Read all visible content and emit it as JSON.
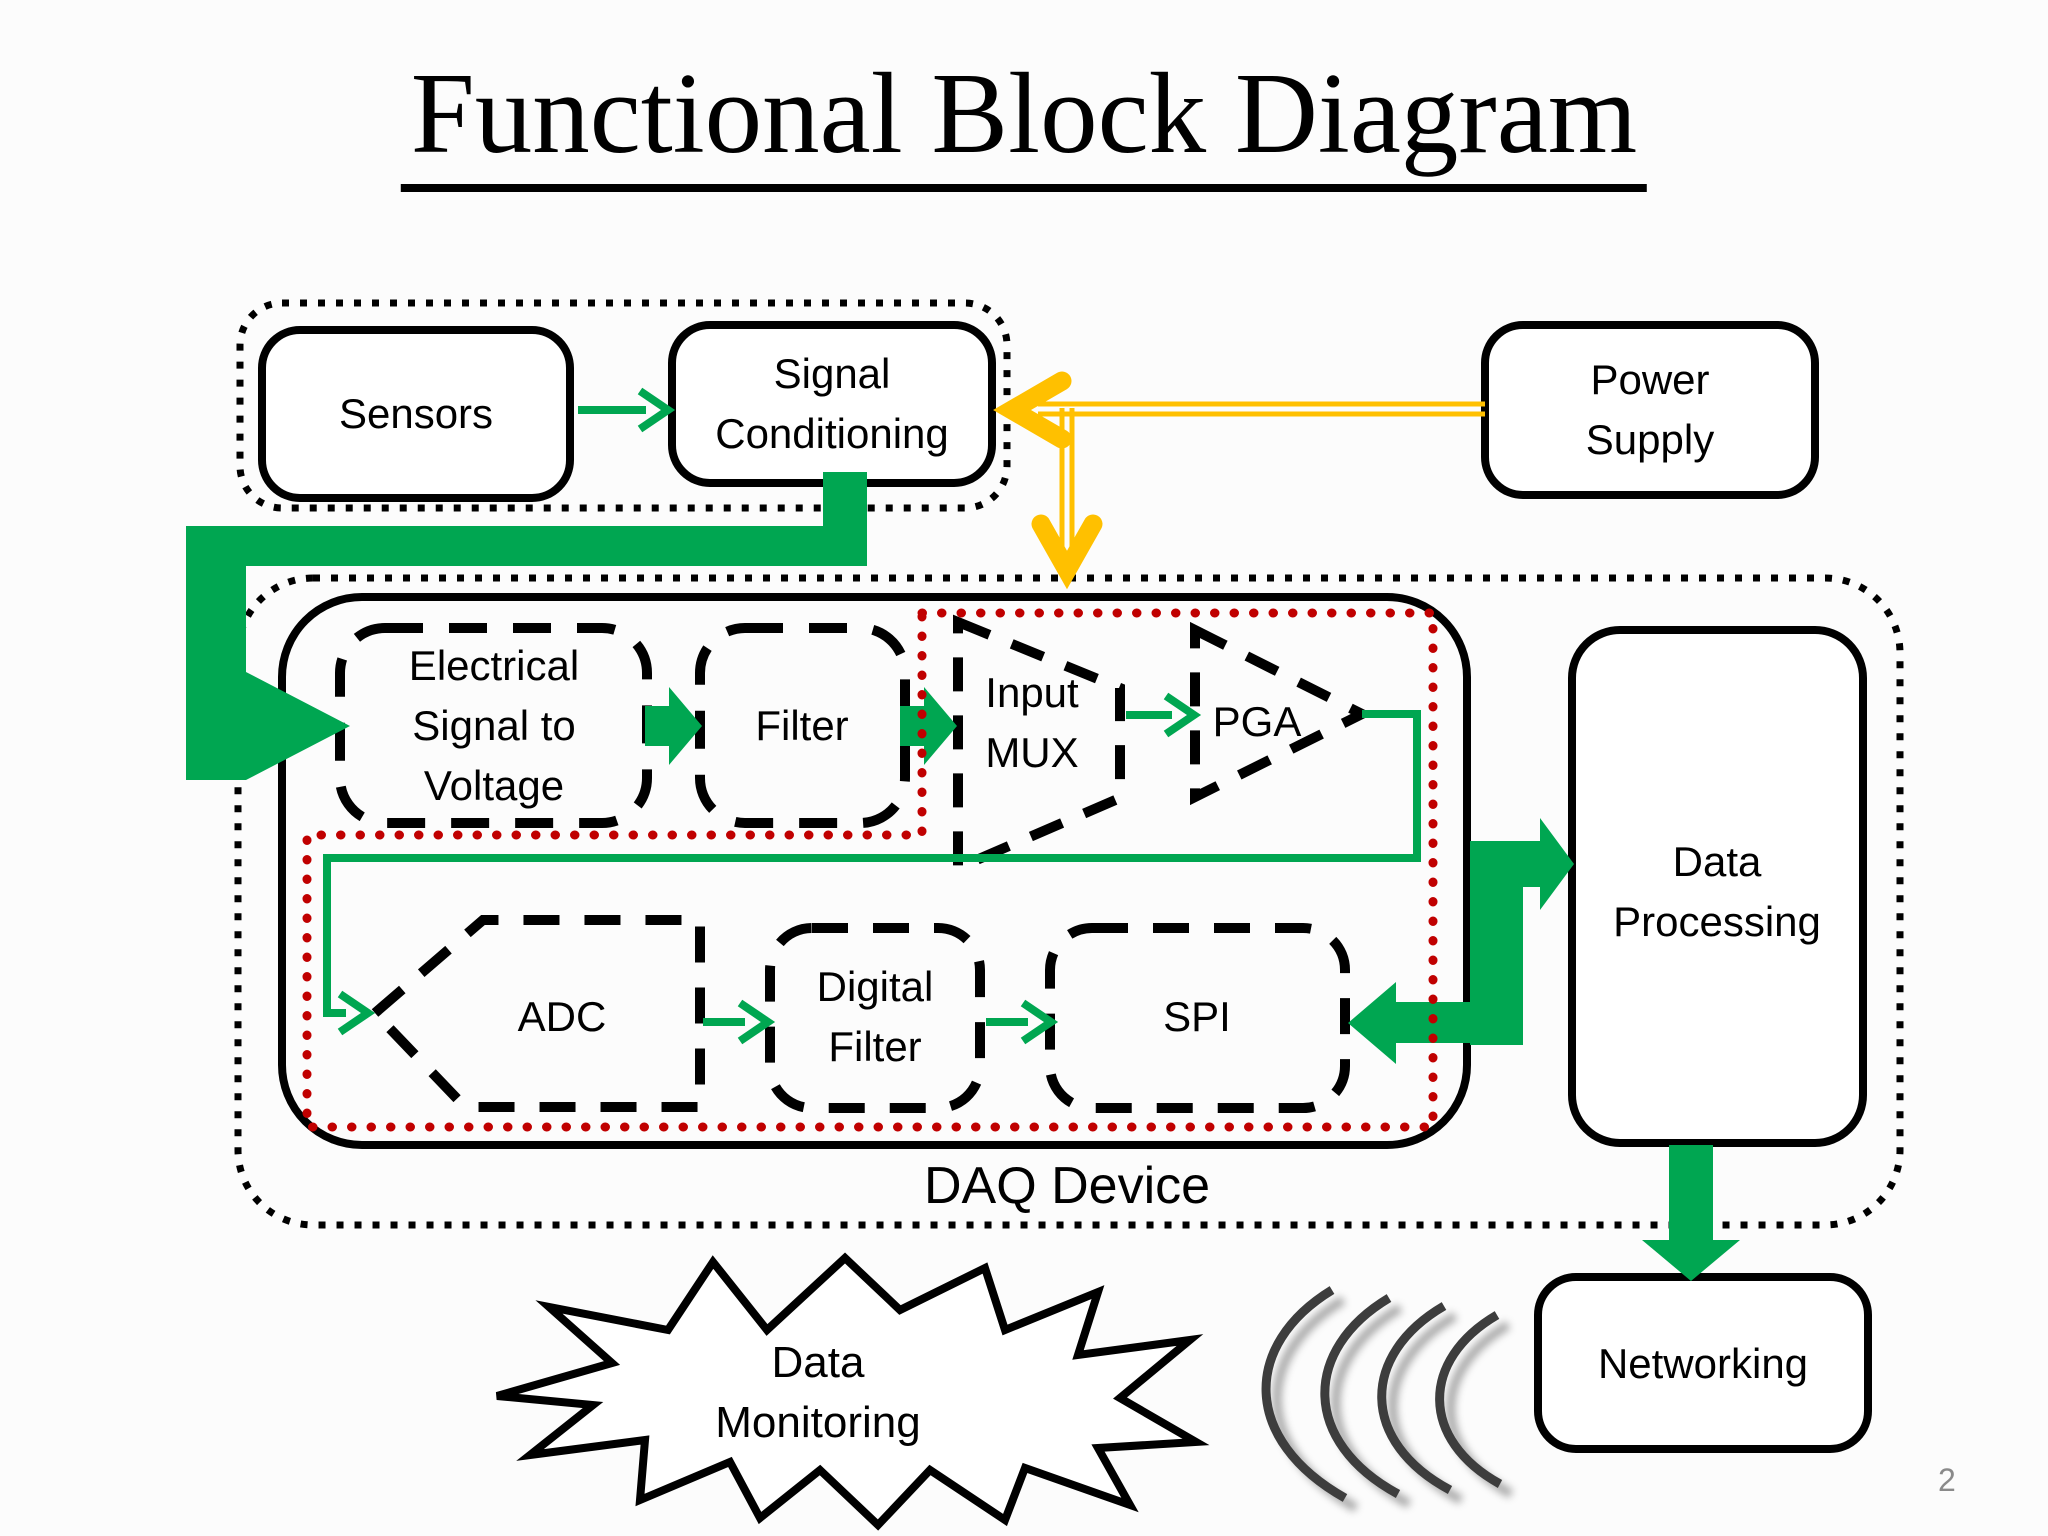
{
  "slide": {
    "title": "Functional Block Diagram",
    "page_number": "2"
  },
  "colors": {
    "green": "#00A651",
    "yellow": "#FFC000",
    "red_dotted": "#C00000",
    "outline_black": "#000000",
    "wave_gray": "#3d3d3d",
    "page_number_gray": "#8a8a8a"
  },
  "blocks": {
    "sensors": {
      "label": "Sensors"
    },
    "signal_conditioning": {
      "lines": [
        "Signal",
        "Conditioning"
      ]
    },
    "power_supply": {
      "lines": [
        "Power",
        "Supply"
      ]
    },
    "electrical_signal_to_voltage": {
      "lines": [
        "Electrical",
        "Signal to",
        "Voltage"
      ]
    },
    "filter": {
      "label": "Filter"
    },
    "input_mux": {
      "lines": [
        "Input",
        "MUX"
      ]
    },
    "pga": {
      "label": "PGA"
    },
    "adc": {
      "label": "ADC"
    },
    "digital_filter": {
      "lines": [
        "Digital",
        "Filter"
      ]
    },
    "spi": {
      "label": "SPI"
    },
    "data_processing": {
      "lines": [
        "Data",
        "Processing"
      ]
    },
    "networking": {
      "label": "Networking"
    },
    "daq_device_caption": "DAQ Device",
    "data_monitoring": {
      "lines": [
        "Data",
        "Monitoring"
      ]
    }
  },
  "icons": {
    "wireless_signal": "signal-waves-icon"
  }
}
